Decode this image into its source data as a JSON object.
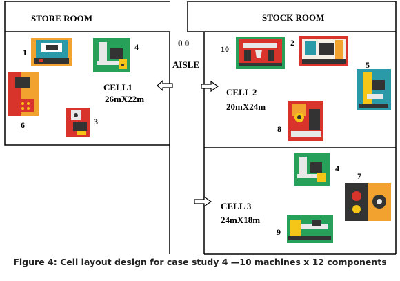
{
  "rooms": {
    "store": "STORE ROOM",
    "stock": "STOCK ROOM"
  },
  "aisle": {
    "label": "AISLE",
    "markers": "0 0"
  },
  "cells": [
    {
      "title": "CELL1",
      "size": "26mX22m"
    },
    {
      "title": "CELL 2",
      "size": "20mX24m"
    },
    {
      "title": "CELL 3",
      "size": "24mX18m"
    }
  ],
  "machines": {
    "m1": "1",
    "m2": "2",
    "m3": "3",
    "m4a": "4",
    "m4b": "4",
    "m5": "5",
    "m6": "6",
    "m7": "7",
    "m8": "8",
    "m9": "9",
    "m10": "10"
  },
  "caption": "Figure 4: Cell layout design for case study 4 —10 machines x 12 components",
  "colors": {
    "green": "#27a05a",
    "teal": "#2a9aa8",
    "red": "#d8342c",
    "orange": "#f2a22e",
    "dark": "#333333",
    "yellow": "#f5c518",
    "blue": "#1f6fb2"
  }
}
